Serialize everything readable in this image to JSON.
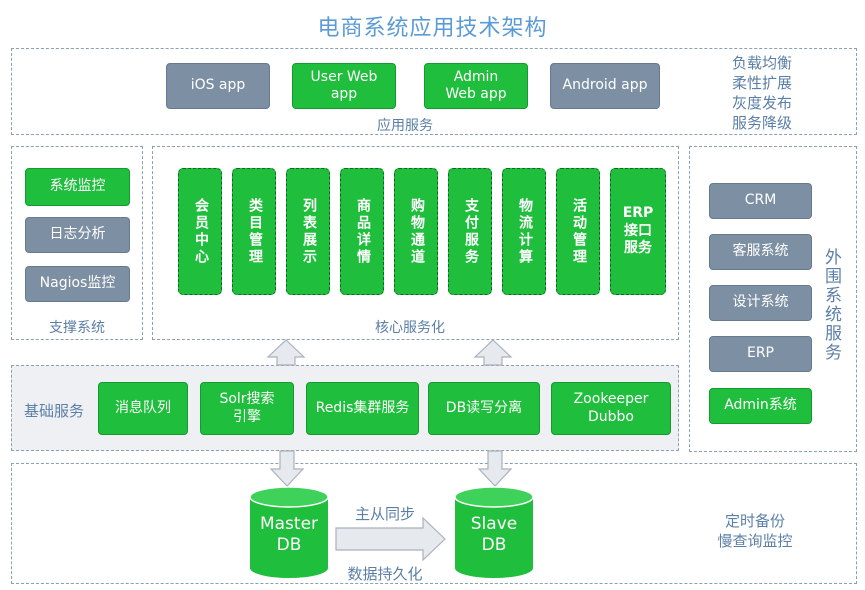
{
  "title": "电商系统应用技术架构",
  "app_layer": {
    "label": "应用服务",
    "apps": [
      {
        "label": "iOS app",
        "style": "slate"
      },
      {
        "label": "User Web app",
        "style": "green"
      },
      {
        "label": "Admin Web app",
        "style": "green"
      },
      {
        "label": "Android app",
        "style": "slate"
      }
    ],
    "notes": [
      "负载均衡",
      "柔性扩展",
      "灰度发布",
      "服务降级"
    ]
  },
  "support": {
    "label": "支撑系统",
    "items": [
      {
        "label": "系统监控",
        "style": "green"
      },
      {
        "label": "日志分析",
        "style": "slate"
      },
      {
        "label": "Nagios监控",
        "style": "slate"
      }
    ]
  },
  "core": {
    "label": "核心服务化",
    "items": [
      "会员中心",
      "类目管理",
      "列表展示",
      "商品详情",
      "购物通道",
      "支付服务",
      "物流计算",
      "活动管理",
      "ERP接口服务"
    ]
  },
  "external": {
    "label": "外围系统服务",
    "items": [
      {
        "label": "CRM",
        "style": "slate"
      },
      {
        "label": "客服系统",
        "style": "slate"
      },
      {
        "label": "设计系统",
        "style": "slate"
      },
      {
        "label": "ERP",
        "style": "slate"
      },
      {
        "label": "Admin系统",
        "style": "green"
      }
    ]
  },
  "base": {
    "label": "基础服务",
    "items": [
      "消息队列",
      "Solr搜索引擎",
      "Redis集群服务",
      "DB读写分离",
      "Zookeeper Dubbo"
    ]
  },
  "data": {
    "label": "数据持久化",
    "master": "Master DB",
    "slave": "Slave DB",
    "sync_label": "主从同步",
    "notes": [
      "定时备份",
      "慢查询监控"
    ]
  },
  "colors": {
    "green": "#1fbe3c",
    "slate": "#7d8fa3",
    "label_blue": "#5b7fa6",
    "title_blue": "#5b9bd5"
  }
}
